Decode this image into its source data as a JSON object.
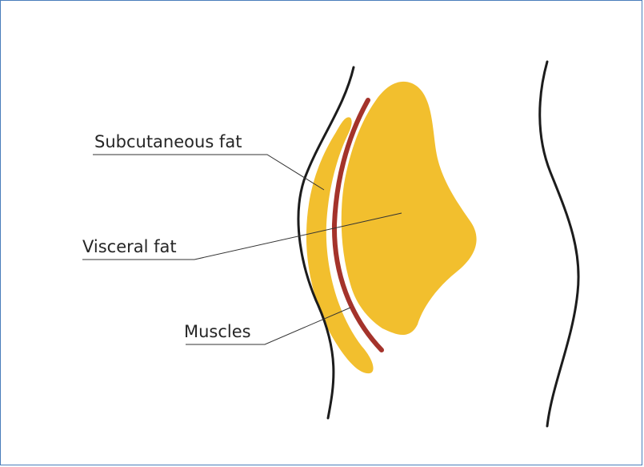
{
  "labels": {
    "subcutaneous": "Subcutaneous fat",
    "visceral": "Visceral fat",
    "muscles": "Muscles"
  },
  "colors": {
    "fat": "#f2bf2e",
    "muscle": "#a4332b",
    "outline": "#1c1c1c",
    "leader": "#333333",
    "frame": "#4a7ebb"
  }
}
